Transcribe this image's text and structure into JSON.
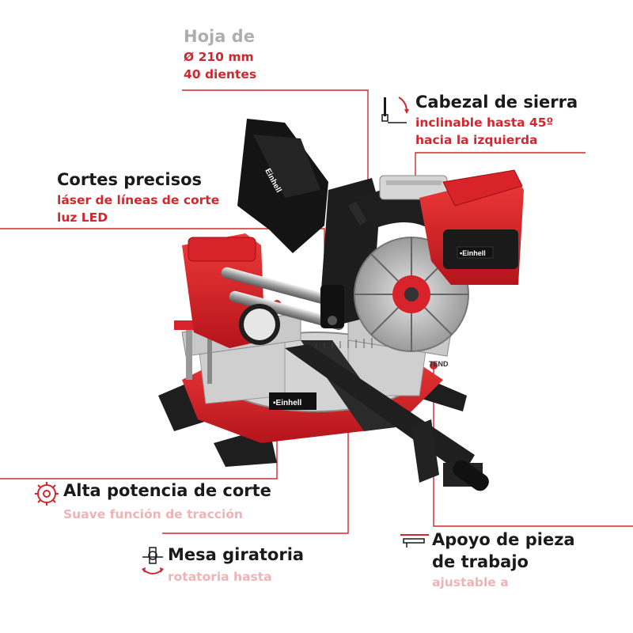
{
  "colors": {
    "accent": "#d0282e",
    "text": "#1a1a1a",
    "machine_red": "#d8232a",
    "machine_black": "#1e1e1e"
  },
  "product": {
    "brand": "Einhell"
  },
  "features": [
    {
      "title": "Hoja de",
      "subtitle": [
        "Ø 210 mm",
        "40 dientes"
      ]
    },
    {
      "title": "Cabezal de sierra",
      "subtitle": [
        "inclinable hasta 45º",
        "hacia la izquierda"
      ],
      "icon": "bevel-tilt-icon"
    },
    {
      "title": "Cortes precisos",
      "subtitle": [
        "láser de líneas de corte",
        "luz LED"
      ]
    },
    {
      "title": "Alta potencia de corte",
      "subtitle": [
        "Suave función de tracción"
      ],
      "icon": "saw-blade-icon"
    },
    {
      "title": "Mesa giratoria",
      "subtitle": [
        "rotatoria hasta",
        ""
      ],
      "icon": "rotary-table-icon"
    },
    {
      "title": "Apoyo de pieza",
      "title2": "de trabajo",
      "subtitle": [
        "ajustable a"
      ],
      "icon": "workpiece-support-icon"
    }
  ]
}
